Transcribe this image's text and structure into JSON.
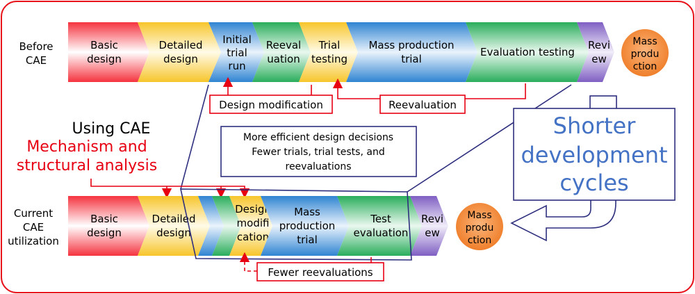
{
  "before": {
    "row_label": [
      "Before",
      "CAE"
    ],
    "stages": [
      {
        "lines": [
          "Basic",
          "design"
        ],
        "color": "red"
      },
      {
        "lines": [
          "Detailed",
          "design"
        ],
        "color": "yellow"
      },
      {
        "lines": [
          "Initial",
          "trial",
          "run"
        ],
        "color": "blue"
      },
      {
        "lines": [
          "Reeval",
          "uation"
        ],
        "color": "green"
      },
      {
        "lines": [
          "Trial",
          "testing"
        ],
        "color": "yellow"
      },
      {
        "lines": [
          "Mass production",
          "trial"
        ],
        "color": "blue"
      },
      {
        "lines": [
          "Evaluation testing"
        ],
        "color": "green"
      },
      {
        "lines": [
          "Revi",
          "ew"
        ],
        "color": "purple"
      }
    ],
    "end_circle": [
      "Mass",
      "produ",
      "ction"
    ],
    "callout_design_mod": "Design modification",
    "callout_reeval": "Reevaluation"
  },
  "middle": {
    "using_cae": "Using CAE",
    "analysis": [
      "Mechanism and",
      "structural analysis"
    ],
    "efficient_box": [
      "More efficient design decisions",
      "Fewer trials, trial tests, and",
      "reevaluations"
    ],
    "shorter": [
      "Shorter",
      "development",
      "cycles"
    ]
  },
  "current": {
    "row_label": [
      "Current",
      "CAE",
      "utilization"
    ],
    "stages": [
      {
        "lines": [
          "Basic",
          "design"
        ],
        "color": "red"
      },
      {
        "lines": [
          "Detailed",
          "design"
        ],
        "color": "yellow"
      },
      {
        "lines": [],
        "color": "blue"
      },
      {
        "lines": [],
        "color": "green"
      },
      {
        "lines": [
          "Design",
          "modifi",
          "cation"
        ],
        "color": "yellow"
      },
      {
        "lines": [
          "Mass",
          "production",
          "trial"
        ],
        "color": "blue"
      },
      {
        "lines": [
          "Test",
          "evaluation"
        ],
        "color": "green"
      },
      {
        "lines": [
          "Revi",
          "ew"
        ],
        "color": "purple"
      }
    ],
    "end_circle": [
      "Mass",
      "produ",
      "ction"
    ],
    "callout_fewer": "Fewer reevaluations"
  },
  "colors": {
    "frame_red": "#e8141c",
    "navy": "#2e2f7e",
    "arrow_red": "#e60012",
    "shorter_text": "#4472c4",
    "circle": "#f79646"
  }
}
